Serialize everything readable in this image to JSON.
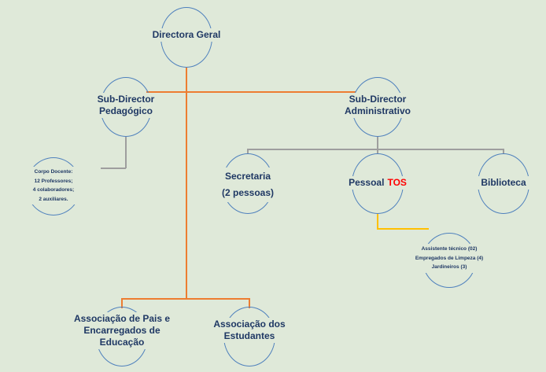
{
  "colors": {
    "canvas_bg": "#dfe9d9",
    "node_text": "#1f3864",
    "ellipse_stroke": "#4f81bd",
    "orange_line": "#ed7d31",
    "gray_line": "#9e9e9e",
    "yellow_line": "#ffc000",
    "tos_red": "#ff0000"
  },
  "nodes": {
    "directora_geral": {
      "label": "Directora Geral"
    },
    "sub_director_pedagogico": {
      "lines": [
        "Sub-Director",
        "Pedagógico"
      ]
    },
    "sub_director_administrativo": {
      "lines": [
        "Sub-Director",
        "Administrativo"
      ]
    },
    "corpo_docente": {
      "lines": [
        "Corpo Docente:",
        "12 Professores;",
        "4 colaboradores;",
        "2 auxiliares."
      ]
    },
    "secretaria": {
      "lines": [
        "Secretaria",
        "(2 pessoas)"
      ]
    },
    "pessoal_tos": {
      "text": "Pessoal",
      "highlight": "TOS"
    },
    "biblioteca": {
      "label": "Biblioteca"
    },
    "pessoal_tos_detail": {
      "lines": [
        "Assistente técnico (02)",
        "Empregados de Limpeza (4)",
        "Jardineiros (3)"
      ]
    },
    "associacao_pais": {
      "lines": [
        "Associação de Pais e",
        "Encarregados de",
        "Educação"
      ]
    },
    "associacao_estudantes": {
      "lines": [
        "Associação dos",
        "Estudantes"
      ]
    }
  }
}
